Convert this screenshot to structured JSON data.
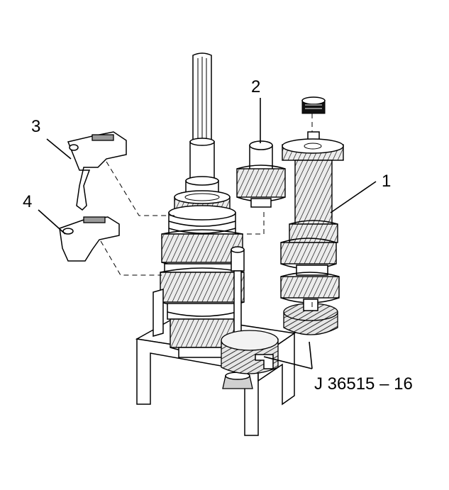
{
  "figure": {
    "callouts": [
      {
        "id": "1",
        "text": "1"
      },
      {
        "id": "2",
        "text": "2"
      },
      {
        "id": "3",
        "text": "3"
      },
      {
        "id": "4",
        "text": "4"
      }
    ],
    "tool_label": "J 36515 – 16"
  }
}
